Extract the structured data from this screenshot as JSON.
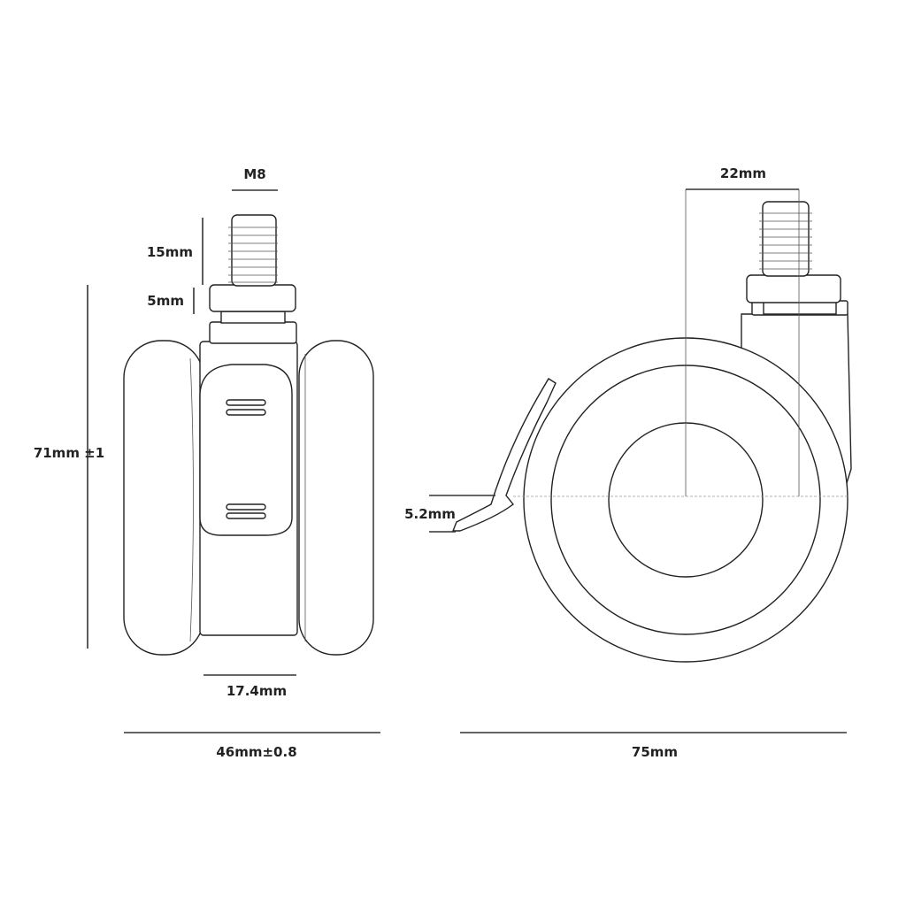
{
  "side_view": {
    "thread_label": "M8",
    "thread_length_label": "15mm",
    "nut_height_label": "5mm",
    "height_label": "71mm ±1",
    "fork_width_label": "17.4mm",
    "total_width_label": "46mm±0.8"
  },
  "front_view": {
    "offset_label": "22mm",
    "brake_label": "5.2mm",
    "diameter_label": "75mm"
  }
}
